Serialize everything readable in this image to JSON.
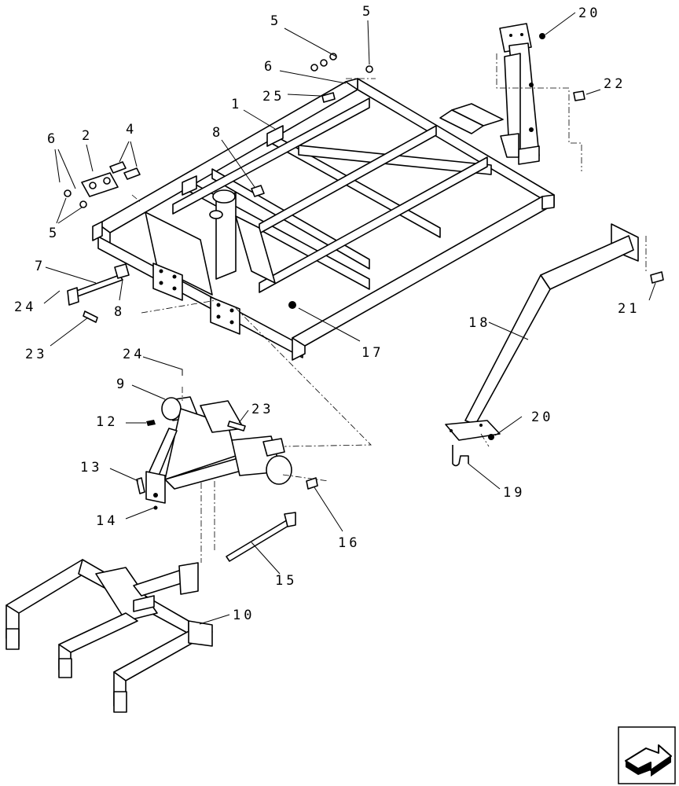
{
  "callouts": {
    "c1": "1",
    "c2": "2",
    "c4": "4",
    "c5a": "5",
    "c5b": "5",
    "c5c": "5",
    "c6a": "6",
    "c6b": "6",
    "c7": "7",
    "c8a": "8",
    "c8b": "8",
    "c9": "9",
    "c10": "10",
    "c12": "12",
    "c13": "13",
    "c14": "14",
    "c15": "15",
    "c16": "16",
    "c17": "17",
    "c18": "18",
    "c19": "19",
    "c20a": "20",
    "c20b": "20",
    "c21": "21",
    "c22": "22",
    "c23a": "23",
    "c23b": "23",
    "c24a": "24",
    "c24b": "24",
    "c25": "25"
  },
  "nav": {
    "icon": "next-page-arrow-icon"
  }
}
